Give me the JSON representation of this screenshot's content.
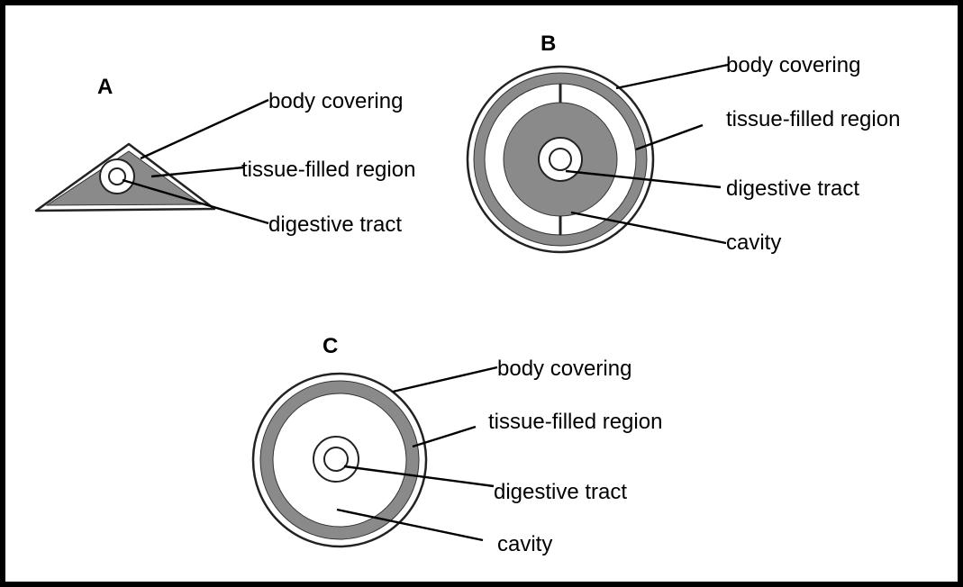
{
  "colors": {
    "border": "#000000",
    "tissue_fill": "#8a8a8a",
    "outline": "#222222",
    "background": "#ffffff"
  },
  "panels": {
    "a": {
      "letter": "A",
      "labels": {
        "body_covering": "body covering",
        "tissue_filled_region": "tissue-filled region",
        "digestive_tract": "digestive tract"
      }
    },
    "b": {
      "letter": "B",
      "labels": {
        "body_covering": "body covering",
        "tissue_filled_region": "tissue-filled region",
        "digestive_tract": "digestive tract",
        "cavity": "cavity"
      }
    },
    "c": {
      "letter": "C",
      "labels": {
        "body_covering": "body covering",
        "tissue_filled_region": "tissue-filled region",
        "digestive_tract": "digestive tract",
        "cavity": "cavity"
      }
    }
  }
}
